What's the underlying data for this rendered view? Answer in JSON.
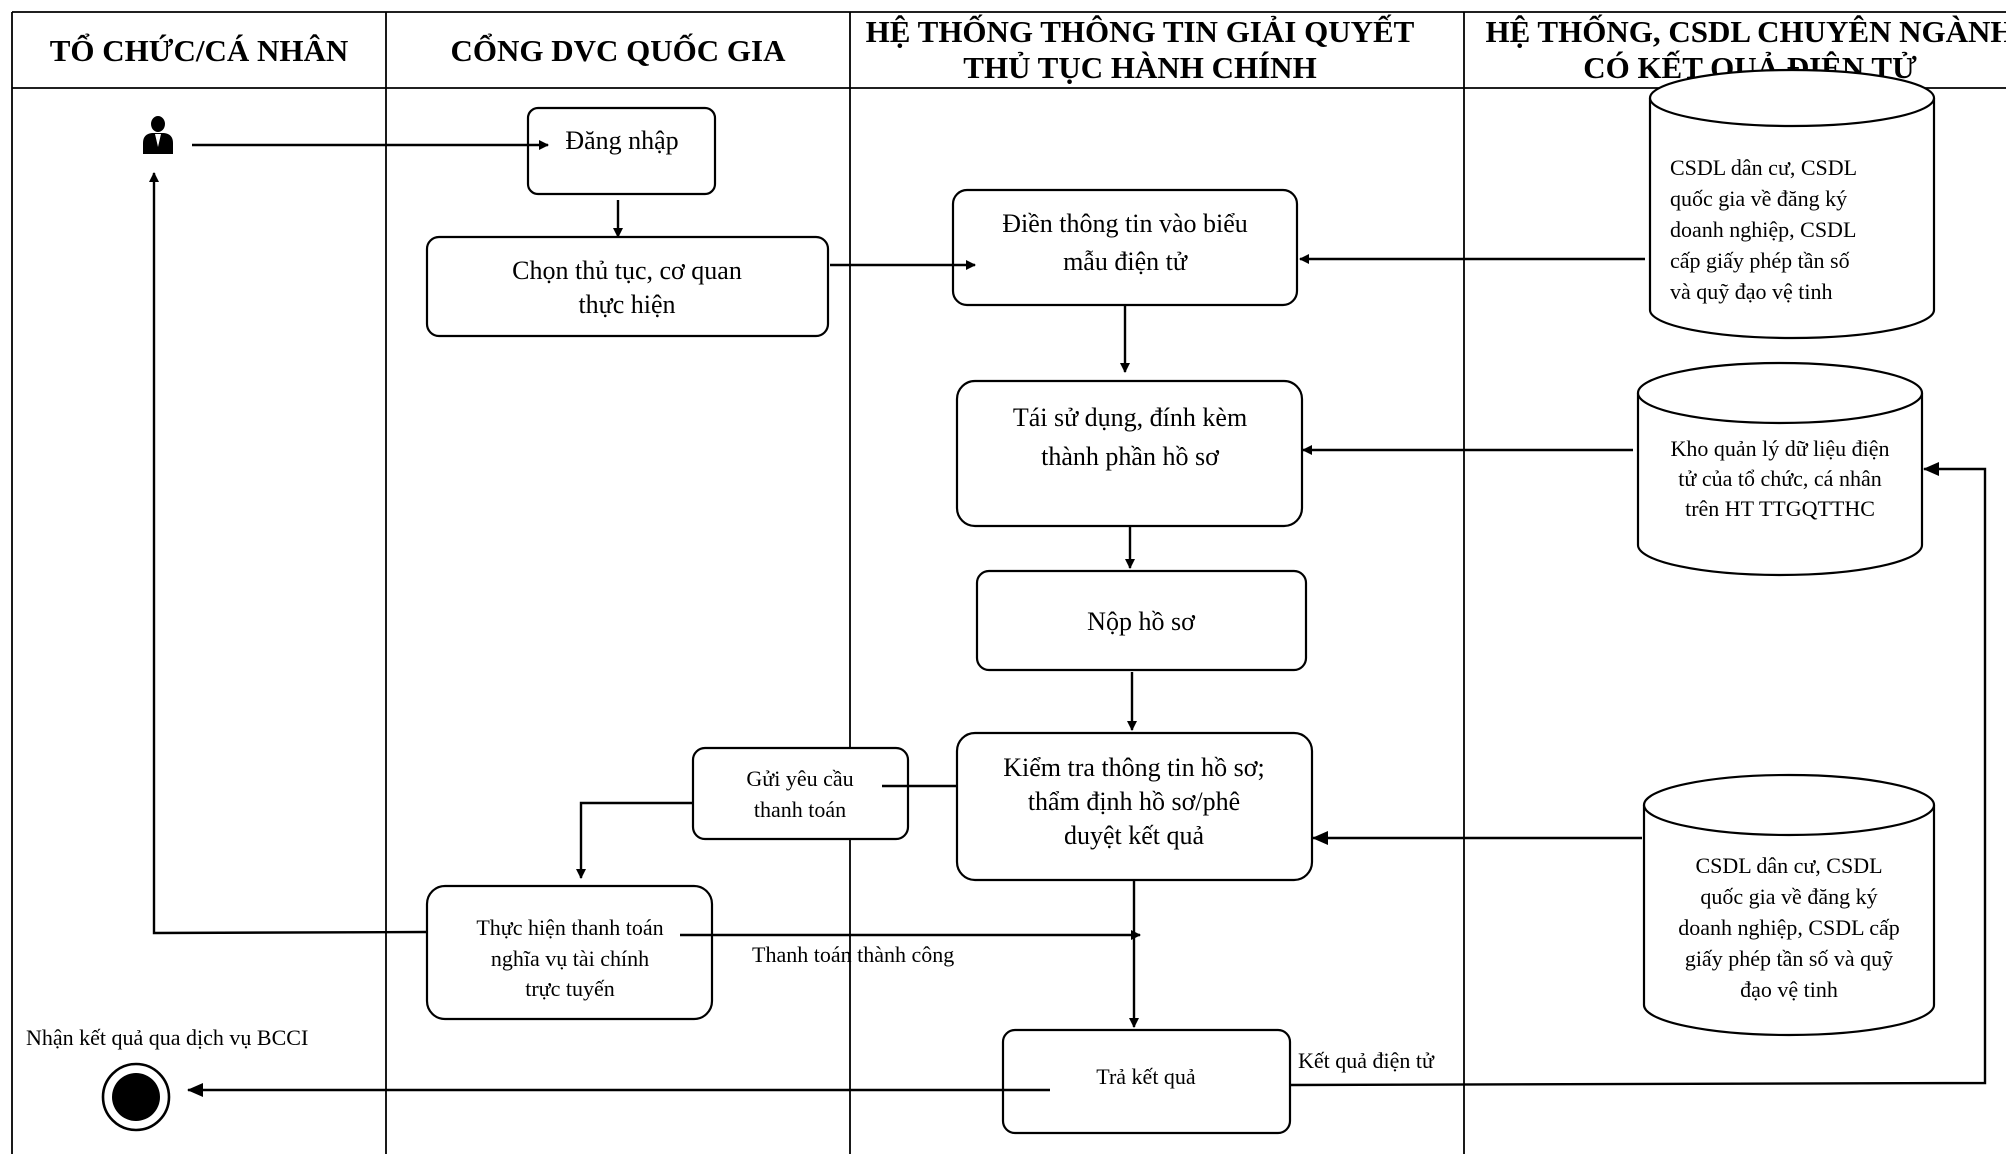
{
  "lanes": {
    "to_chuc": "TỔ CHỨC/CÁ NHÂN",
    "cong_dvc": "CỔNG DVC QUỐC GIA",
    "he_thong_tthc": [
      "HỆ THỐNG THÔNG TIN GIẢI QUYẾT",
      "THỦ TỤC HÀNH CHÍNH"
    ],
    "he_thong_csdl": [
      "HỆ THỐNG, CSDL CHUYÊN NGÀNH",
      "CÓ KẾT QUẢ ĐIỆN TỬ"
    ]
  },
  "steps": {
    "dang_nhap": "Đăng nhập",
    "chon_thu_tuc": [
      "Chọn thủ tục, cơ quan",
      "thực hiện"
    ],
    "dien_thong_tin": [
      "Điền thông tin vào biểu",
      "mẫu điện tử"
    ],
    "tai_su_dung": [
      "Tái sử dụng, đính kèm",
      "thành phần hồ sơ"
    ],
    "nop_ho_so": "Nộp hồ sơ",
    "kiem_tra": [
      "Kiểm tra thông tin hồ sơ;",
      "thẩm định hồ sơ/phê",
      "duyệt kết quả"
    ],
    "gui_yeu_cau": [
      "Gửi yêu cầu",
      "thanh toán"
    ],
    "thuc_hien_thanh_toan": [
      "Thực hiện thanh toán",
      "nghĩa vụ tài chính",
      "trực tuyến"
    ],
    "tra_ket_qua": "Trả kết quả"
  },
  "databases": {
    "csdl_top": [
      "CSDL dân cư, CSDL",
      "quốc gia về đăng ký",
      "doanh nghiệp, CSDL",
      "cấp giấy phép tần số",
      "và quỹ đạo vệ tinh"
    ],
    "kho_du_lieu": [
      "Kho quản lý dữ liệu điện",
      "tử của tổ chức, cá nhân",
      "trên HT TTGQTTHC"
    ],
    "csdl_bottom": [
      "CSDL dân cư, CSDL",
      "quốc gia về đăng ký",
      "doanh nghiệp, CSDL cấp",
      "giấy phép tần số và quỹ",
      "đạo vệ tinh"
    ]
  },
  "labels": {
    "thanh_toan_thanh_cong": "Thanh toán thành công",
    "ket_qua_dien_tu": "Kết quả điện tử",
    "nhan_ket_qua": "Nhận kết quả qua dịch vụ BCCI"
  },
  "icons": {
    "actor": "user-icon",
    "end": "end-node-icon"
  }
}
